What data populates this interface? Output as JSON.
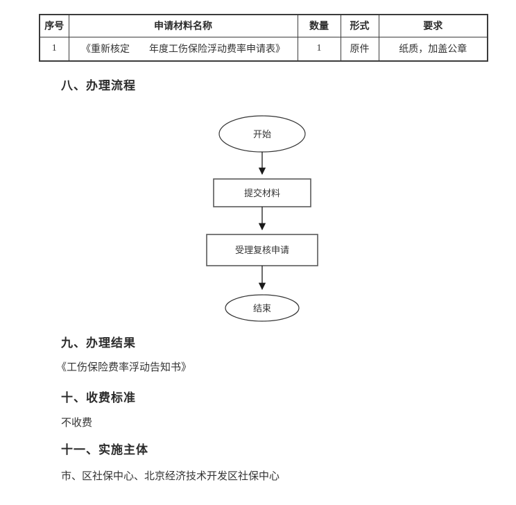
{
  "page": {
    "background": "#ffffff",
    "text_color": "#333333",
    "table_border_color": "#3b3b3b",
    "flow_line_color": "#1a1a1a"
  },
  "materials_table": {
    "headers": {
      "seq": "序号",
      "name": "申请材料名称",
      "quantity": "数量",
      "form": "形式",
      "requirement": "要求"
    },
    "rows": [
      {
        "seq": "1",
        "name": "《重新核定　　年度工伤保险浮动费率申请表》",
        "quantity": "1",
        "form": "原件",
        "requirement": "纸质，加盖公章"
      }
    ]
  },
  "sections": {
    "process_flow": {
      "title": "八、办理流程"
    },
    "result": {
      "title": "九、办理结果",
      "body": "《工伤保险费率浮动告知书》"
    },
    "fee": {
      "title": "十、收费标准",
      "body": "不收费"
    },
    "implementer": {
      "title": "十一、实施主体",
      "body": "市、区社保中心、北京经济技术开发区社保中心"
    }
  },
  "flowchart": {
    "nodes": [
      {
        "shape": "ellipse",
        "label": "开始"
      },
      {
        "shape": "rect",
        "label": "提交材料"
      },
      {
        "shape": "rect",
        "label": "受理复核申请"
      },
      {
        "shape": "ellipse",
        "label": "结束"
      }
    ]
  }
}
